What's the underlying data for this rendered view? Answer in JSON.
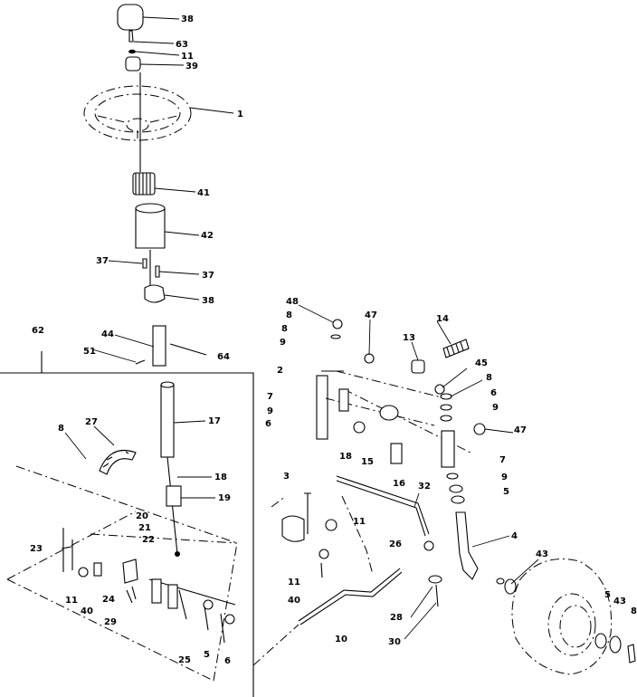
{
  "diagram": {
    "kind": "exploded-parts-view",
    "callouts": [
      {
        "id": "c38a",
        "text": "38"
      },
      {
        "id": "c63",
        "text": "63"
      },
      {
        "id": "c11a",
        "text": "11"
      },
      {
        "id": "c39",
        "text": "39"
      },
      {
        "id": "c1",
        "text": "1"
      },
      {
        "id": "c41",
        "text": "41"
      },
      {
        "id": "c42",
        "text": "42"
      },
      {
        "id": "c37a",
        "text": "37"
      },
      {
        "id": "c37b",
        "text": "37"
      },
      {
        "id": "c38b",
        "text": "38"
      },
      {
        "id": "c62",
        "text": "62"
      },
      {
        "id": "c44",
        "text": "44"
      },
      {
        "id": "c51",
        "text": "51"
      },
      {
        "id": "c64",
        "text": "64"
      },
      {
        "id": "c17",
        "text": "17"
      },
      {
        "id": "c8a",
        "text": "8"
      },
      {
        "id": "c27",
        "text": "27"
      },
      {
        "id": "c18a",
        "text": "18"
      },
      {
        "id": "c19",
        "text": "19"
      },
      {
        "id": "c20",
        "text": "20"
      },
      {
        "id": "c21",
        "text": "21"
      },
      {
        "id": "c22",
        "text": "22"
      },
      {
        "id": "c23",
        "text": "23"
      },
      {
        "id": "c11b",
        "text": "11"
      },
      {
        "id": "c40a",
        "text": "40"
      },
      {
        "id": "c24",
        "text": "24"
      },
      {
        "id": "c29",
        "text": "29"
      },
      {
        "id": "c25",
        "text": "25"
      },
      {
        "id": "c5a",
        "text": "5"
      },
      {
        "id": "c6a",
        "text": "6"
      },
      {
        "id": "c48",
        "text": "48"
      },
      {
        "id": "c8b",
        "text": "8"
      },
      {
        "id": "c8c",
        "text": "8"
      },
      {
        "id": "c9a",
        "text": "9"
      },
      {
        "id": "c2",
        "text": "2"
      },
      {
        "id": "c7a",
        "text": "7"
      },
      {
        "id": "c9b",
        "text": "9"
      },
      {
        "id": "c6b",
        "text": "6"
      },
      {
        "id": "c47a",
        "text": "47"
      },
      {
        "id": "c13",
        "text": "13"
      },
      {
        "id": "c14",
        "text": "14"
      },
      {
        "id": "c45",
        "text": "45"
      },
      {
        "id": "c8d",
        "text": "8"
      },
      {
        "id": "c6c",
        "text": "6"
      },
      {
        "id": "c9c",
        "text": "9"
      },
      {
        "id": "c47b",
        "text": "47"
      },
      {
        "id": "c18b",
        "text": "18"
      },
      {
        "id": "c15",
        "text": "15"
      },
      {
        "id": "c16",
        "text": "16"
      },
      {
        "id": "c7b",
        "text": "7"
      },
      {
        "id": "c9d",
        "text": "9"
      },
      {
        "id": "c5b",
        "text": "5"
      },
      {
        "id": "c3",
        "text": "3"
      },
      {
        "id": "c32",
        "text": "32"
      },
      {
        "id": "c11c",
        "text": "11"
      },
      {
        "id": "c26",
        "text": "26"
      },
      {
        "id": "c4",
        "text": "4"
      },
      {
        "id": "c11d",
        "text": "11"
      },
      {
        "id": "c40b",
        "text": "40"
      },
      {
        "id": "c10",
        "text": "10"
      },
      {
        "id": "c28",
        "text": "28"
      },
      {
        "id": "c30",
        "text": "30"
      },
      {
        "id": "c43a",
        "text": "43"
      },
      {
        "id": "c5c",
        "text": "5"
      },
      {
        "id": "c43b",
        "text": "43"
      },
      {
        "id": "c8e",
        "text": "8"
      }
    ]
  }
}
